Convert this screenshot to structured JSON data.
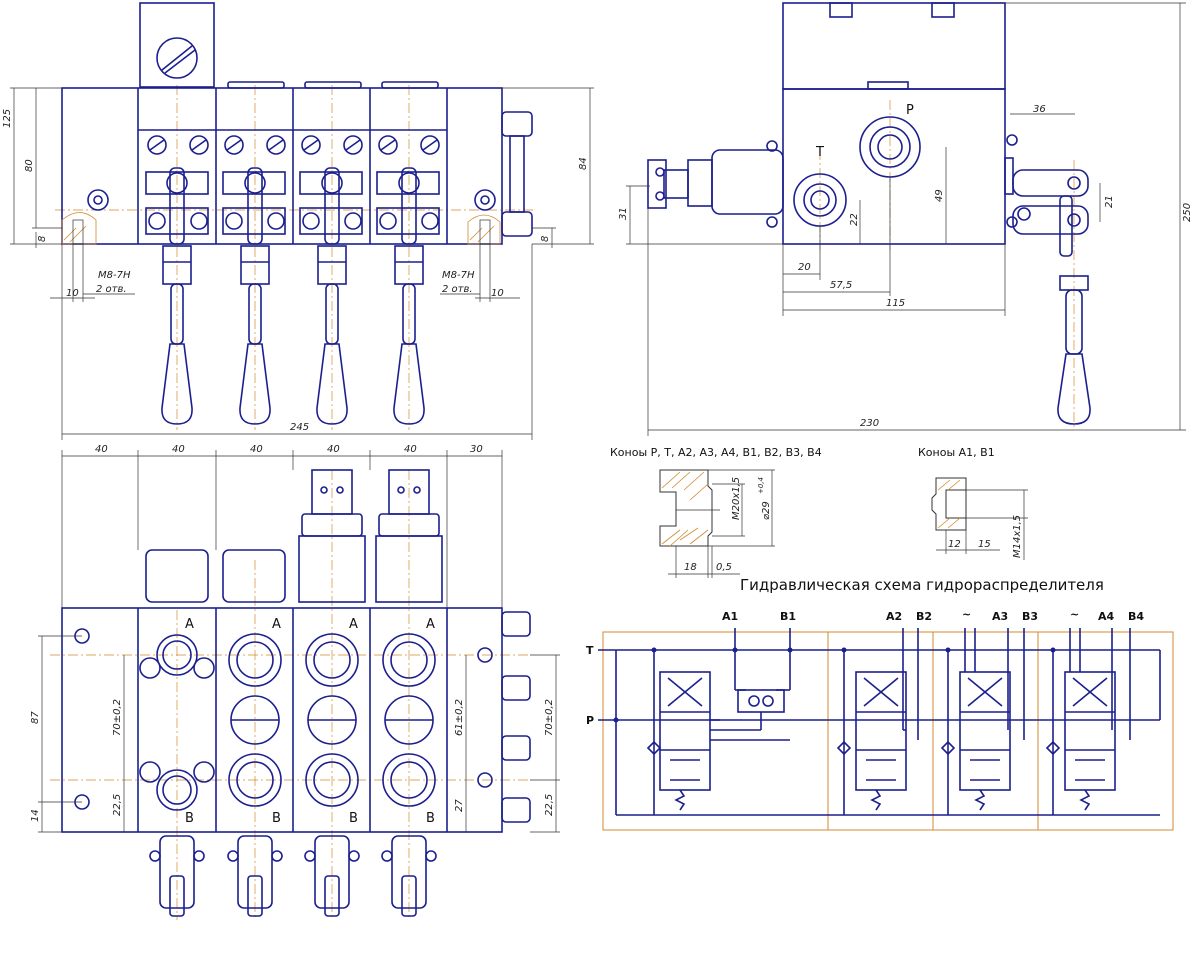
{
  "drawing": {
    "title": "Гидравлическая схема гидрораспределителя",
    "section_captions": {
      "main_ports": "Коноы P, T, A2, A3, A4, B1, B2, B3, B4",
      "a1_b1": "Коноы A1, B1"
    },
    "front_view": {
      "dims": {
        "h125": "125",
        "h80": "80",
        "h8_left": "8",
        "h84": "84",
        "h8_right": "8",
        "w245": "245",
        "w10_left": "10",
        "w10_right": "10"
      },
      "thread_left": "M8-7H",
      "thread_left_qty": "2 отв.",
      "thread_right": "M8-7H",
      "thread_right_qty": "2 отв."
    },
    "side_view": {
      "port_p": "P",
      "port_t": "T",
      "dims": {
        "d36": "36",
        "d250": "250",
        "d31": "31",
        "d22": "22",
        "d49": "49",
        "d21": "21",
        "d20": "20",
        "d57": "57,5",
        "d115": "115",
        "d230": "230"
      }
    },
    "plan_view": {
      "top_dims": [
        "40",
        "40",
        "40",
        "40",
        "40",
        "30"
      ],
      "section_a_labels": [
        "A",
        "A",
        "A",
        "A"
      ],
      "section_b_labels": [
        "B",
        "B",
        "B",
        "B"
      ],
      "dims": {
        "d87": "87",
        "d14": "14",
        "d70a": "70±0,2",
        "d22a": "22,5",
        "d61": "61±0,2",
        "d27": "27",
        "d70b": "70±0,2",
        "d22b": "22,5"
      }
    },
    "detail_a": {
      "dims": {
        "m20": "M20х1,5",
        "d29": "⌀29",
        "d29_tol": "+0,4",
        "d18": "18",
        "d05": "0,5"
      }
    },
    "detail_b": {
      "dims": {
        "d12": "12",
        "d15": "15",
        "m14": "M14х1,5"
      }
    },
    "schematic": {
      "port_t": "T",
      "port_p": "P",
      "ports": [
        "A1",
        "B1",
        "A2",
        "B2",
        "A3",
        "B3",
        "A4",
        "B4"
      ],
      "tilde_left": "~",
      "tilde_right": "~"
    }
  }
}
